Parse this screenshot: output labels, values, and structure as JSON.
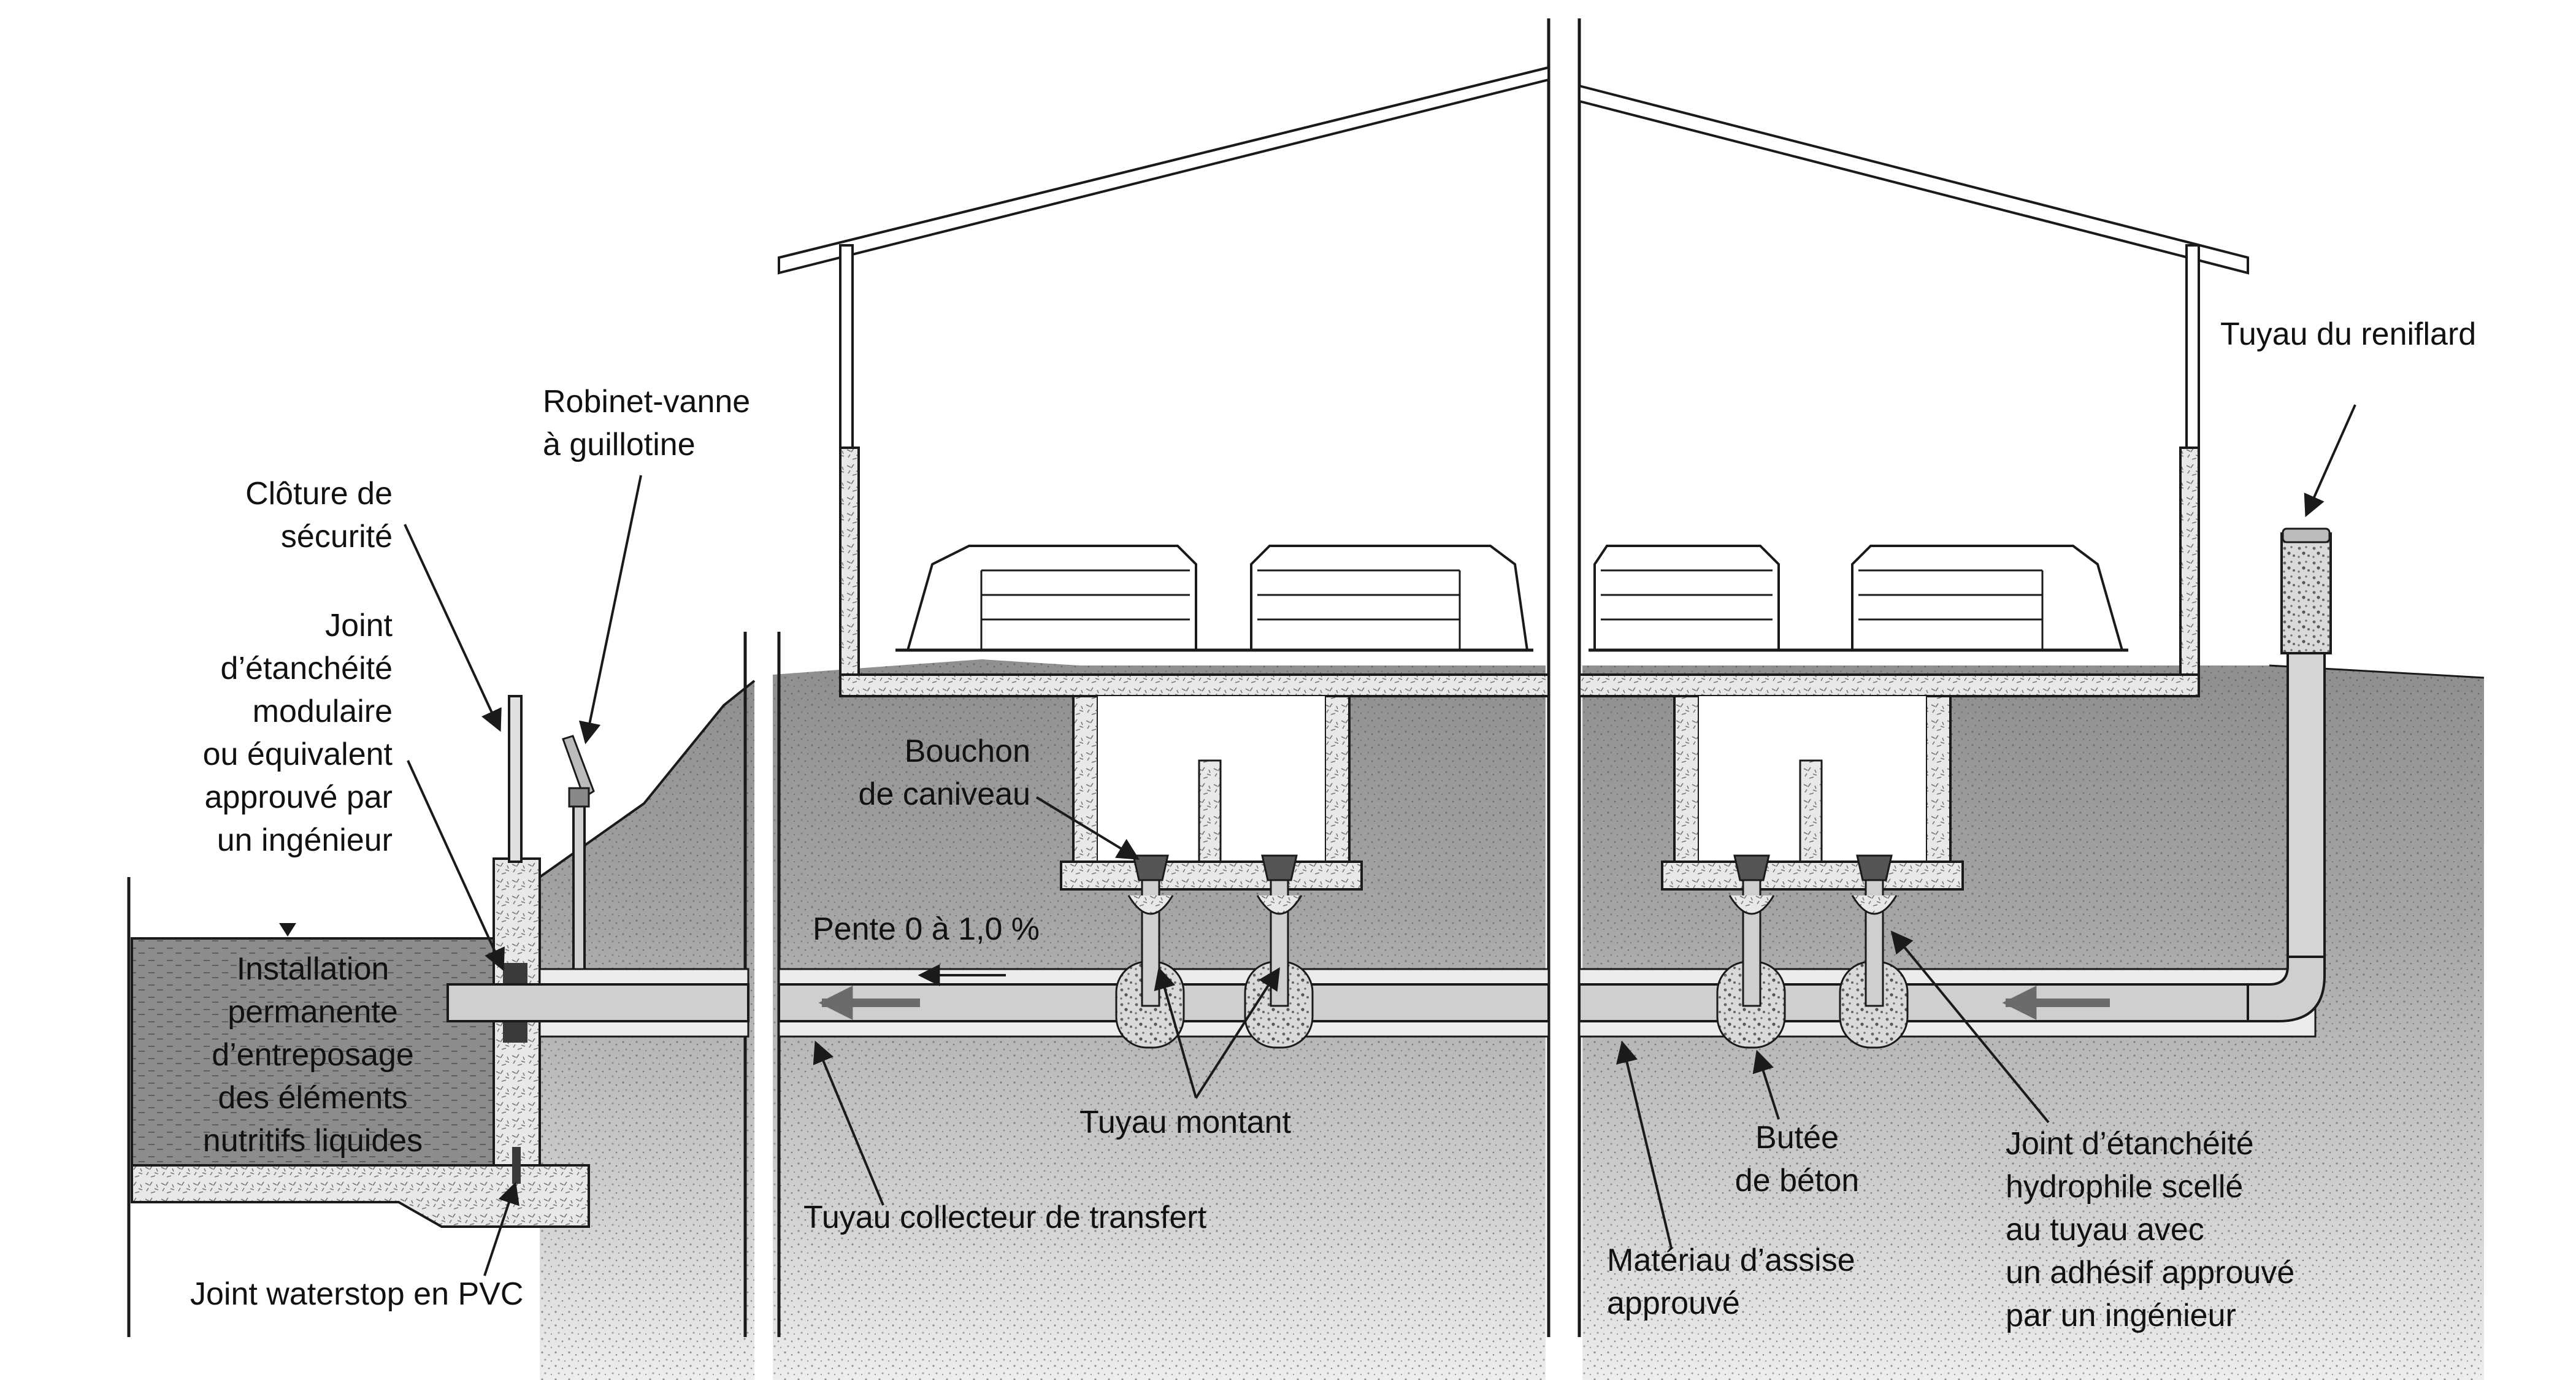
{
  "labels": {
    "cloture": "Clôture de\nsécurité",
    "robinet": "Robinet-vanne\nà guillotine",
    "joint_modulaire": "Joint\nd’étanchéité\nmodulaire\nou équivalent\napprouvé par\nun ingénieur",
    "installation": "Installation\npermanente\nd’entreposage\ndes éléments\nnutritifs liquides",
    "waterstop": "Joint waterstop en PVC",
    "bouchon": "Bouchon\nde caniveau",
    "pente": "Pente 0 à 1,0 %",
    "tuyau_montant": "Tuyau montant",
    "tuyau_collecteur": "Tuyau collecteur de transfert",
    "butee": "Butée\nde béton",
    "joint_hydrophile": "Joint d’étanchéité\nhydrophile scellé\nau tuyau avec\nun adhésif approuvé\npar un ingénieur",
    "materiau": "Matériau d’assise\napprouvé",
    "reniflard": "Tuyau du reniflard"
  },
  "colors": {
    "soil": "#9b9b9b",
    "soil_light": "#d6d6d6",
    "concrete": "#e6e6e6",
    "pipe": "#cfcfcf",
    "liquid": "#8c8c8c",
    "line": "#1a1a1a"
  }
}
